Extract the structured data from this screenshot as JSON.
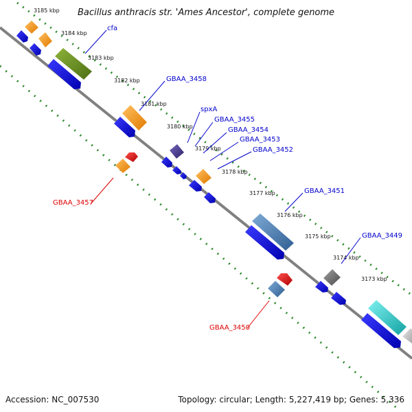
{
  "title": "Bacillus anthracis str. 'Ames Ancestor', complete genome",
  "accession_text": "Accession: NC_007530",
  "summary_text": "Topology: circular; Length: 5,227,419 bp; Genes: 5,336",
  "kbp_ticks": [
    "3185 kbp",
    "3184 kbp",
    "3183 kbp",
    "3182 kbp",
    "3181 kbp",
    "3180 kbp",
    "3179 kbp",
    "3178 kbp",
    "3177 kbp",
    "3176 kbp",
    "3175 kbp",
    "3174 kbp",
    "3173 kbp"
  ],
  "gene_labels": {
    "cfa": "cfa",
    "gbaa_3458": "GBAA_3458",
    "spxa": "spxA",
    "gbaa_3455": "GBAA_3455",
    "gbaa_3454": "GBAA_3454",
    "gbaa_3453": "GBAA_3453",
    "gbaa_3452": "GBAA_3452",
    "gbaa_3451": "GBAA_3451",
    "gbaa_3449": "GBAA_3449",
    "gbaa_3457": "GBAA_3457",
    "gbaa_3450": "GBAA_3450"
  },
  "colors": {
    "backbone": "#808080",
    "ruler": "#2e8b2e",
    "forward_cds": "#1010ee",
    "reverse_cds": "#ee1111",
    "orange_gene": "#ff9a1f",
    "olive_gene": "#6b8e23",
    "steel_gene": "#4a7fb0",
    "dark_slate_gene": "#4b3d8f",
    "grey_gene": "#707070",
    "cyan_gene": "#20c8c8",
    "forward_label": "#0000cc",
    "reverse_label": "#dd0000"
  }
}
